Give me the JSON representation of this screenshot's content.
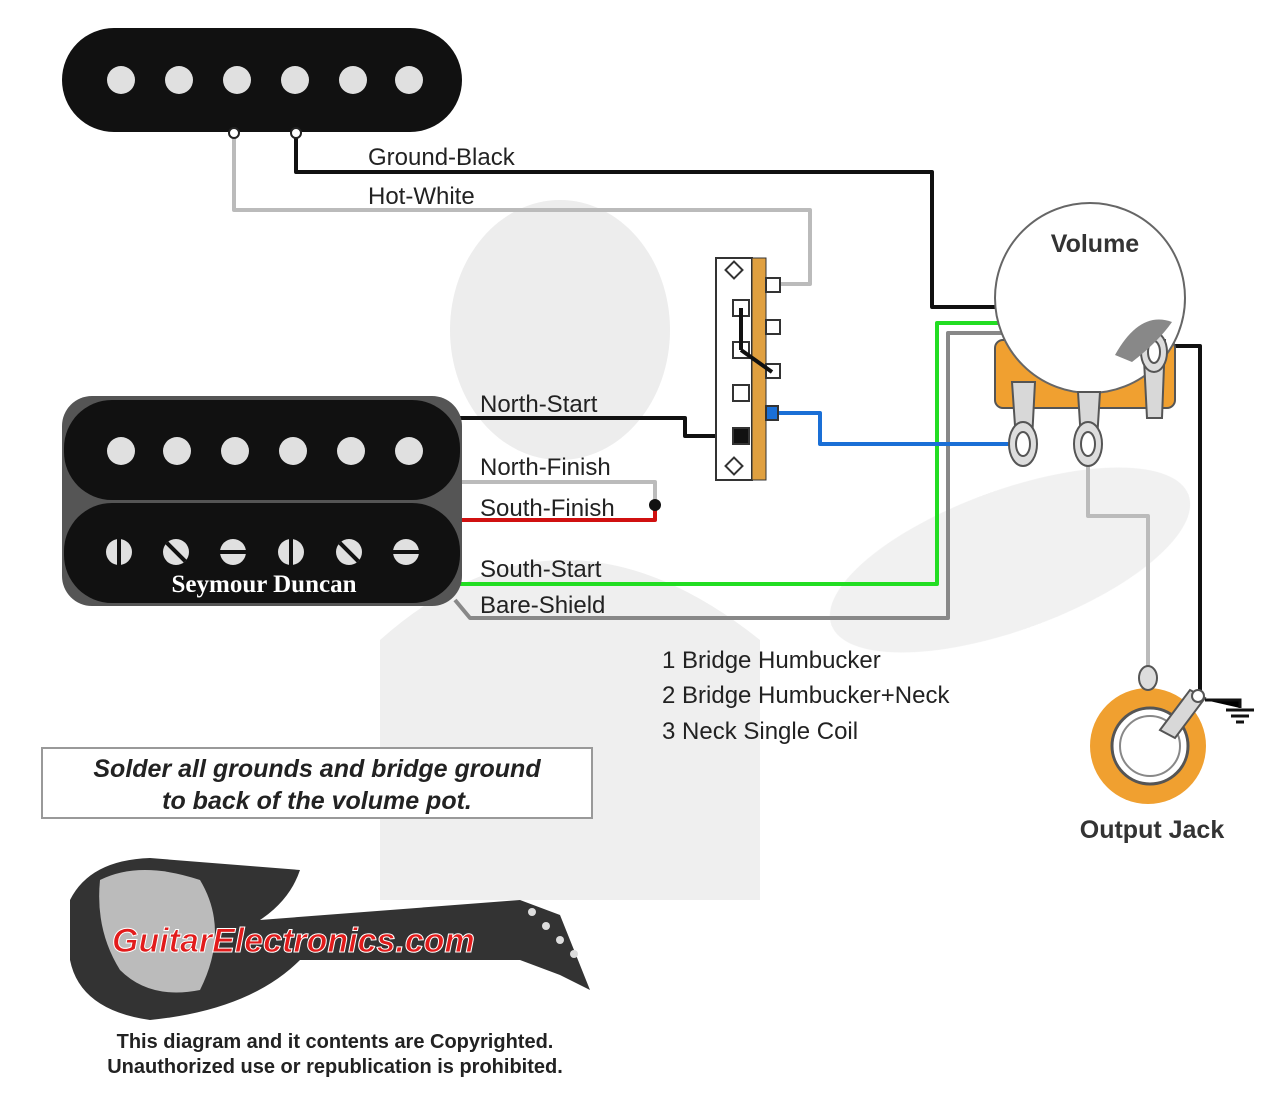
{
  "labels": {
    "ground_black": "Ground-Black",
    "hot_white": "Hot-White",
    "volume": "Volume",
    "north_start": "North-Start",
    "north_finish": "North-Finish",
    "south_finish": "South-Finish",
    "south_start": "South-Start",
    "bare_shield": "Bare-Shield",
    "output_jack": "Output Jack",
    "brand": "Seymour Duncan"
  },
  "switch_positions": [
    "1 Bridge Humbucker",
    "2 Bridge Humbucker+Neck",
    "3 Neck Single Coil"
  ],
  "note": {
    "line1": "Solder all grounds and bridge ground",
    "line2": "to back of the volume pot."
  },
  "logo": {
    "text": "GuitarElectronics.com"
  },
  "copyright": {
    "line1": "This diagram and it contents are Copyrighted.",
    "line2": "Unauthorized use or republication is prohibited."
  },
  "colors": {
    "ground_wire": "#111111",
    "hot_wire": "#bbbbbb",
    "north_start": "#111111",
    "north_finish": "#bbbbbb",
    "south_finish": "#d01010",
    "south_start": "#22dd22",
    "bare_shield": "#888888",
    "switch_to_pot": "#1a6fd6",
    "solder_tab": "#f0a030"
  }
}
